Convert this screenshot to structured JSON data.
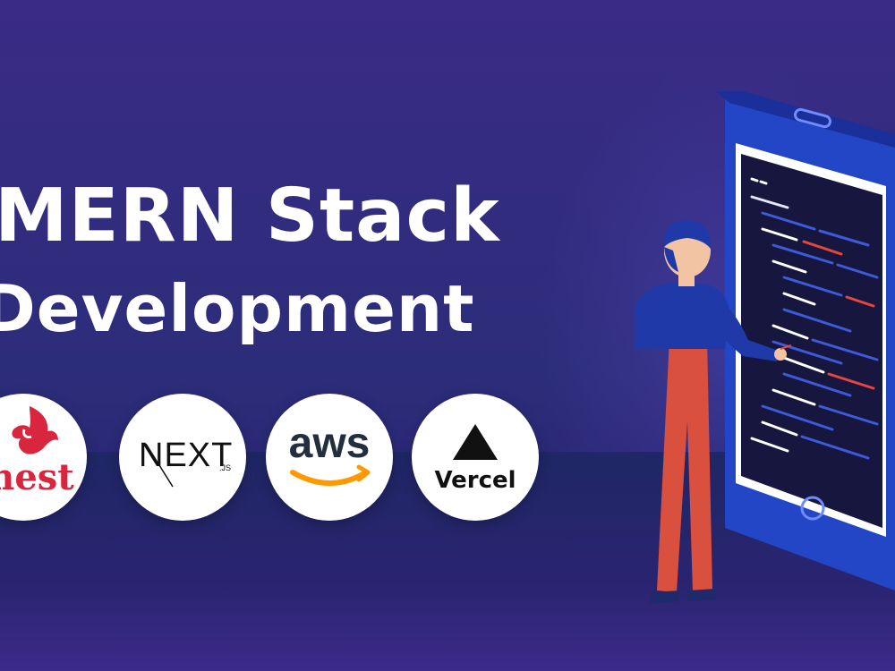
{
  "banner": {
    "title_line_1": "MERN Stack",
    "title_line_2": "Development"
  },
  "logos": {
    "nest": {
      "label": "nest",
      "icon": "nest-logo-icon"
    },
    "next": {
      "label": "NEXT",
      "suffix": ".JS",
      "icon": "nextjs-logo-icon"
    },
    "aws": {
      "label": "aws",
      "icon": "aws-logo-icon"
    },
    "vercel": {
      "label": "Vercel",
      "icon": "vercel-triangle-icon"
    }
  },
  "colors": {
    "background": "#2e2a80",
    "nest_red": "#d8263f",
    "aws_orange": "#ff9900",
    "code_blue": "#3d5bd9",
    "code_red": "#e4473e",
    "person_shirt": "#1f3aa8",
    "person_pants": "#d9503f"
  },
  "illustration": {
    "icon": "developer-at-tablet-icon"
  }
}
